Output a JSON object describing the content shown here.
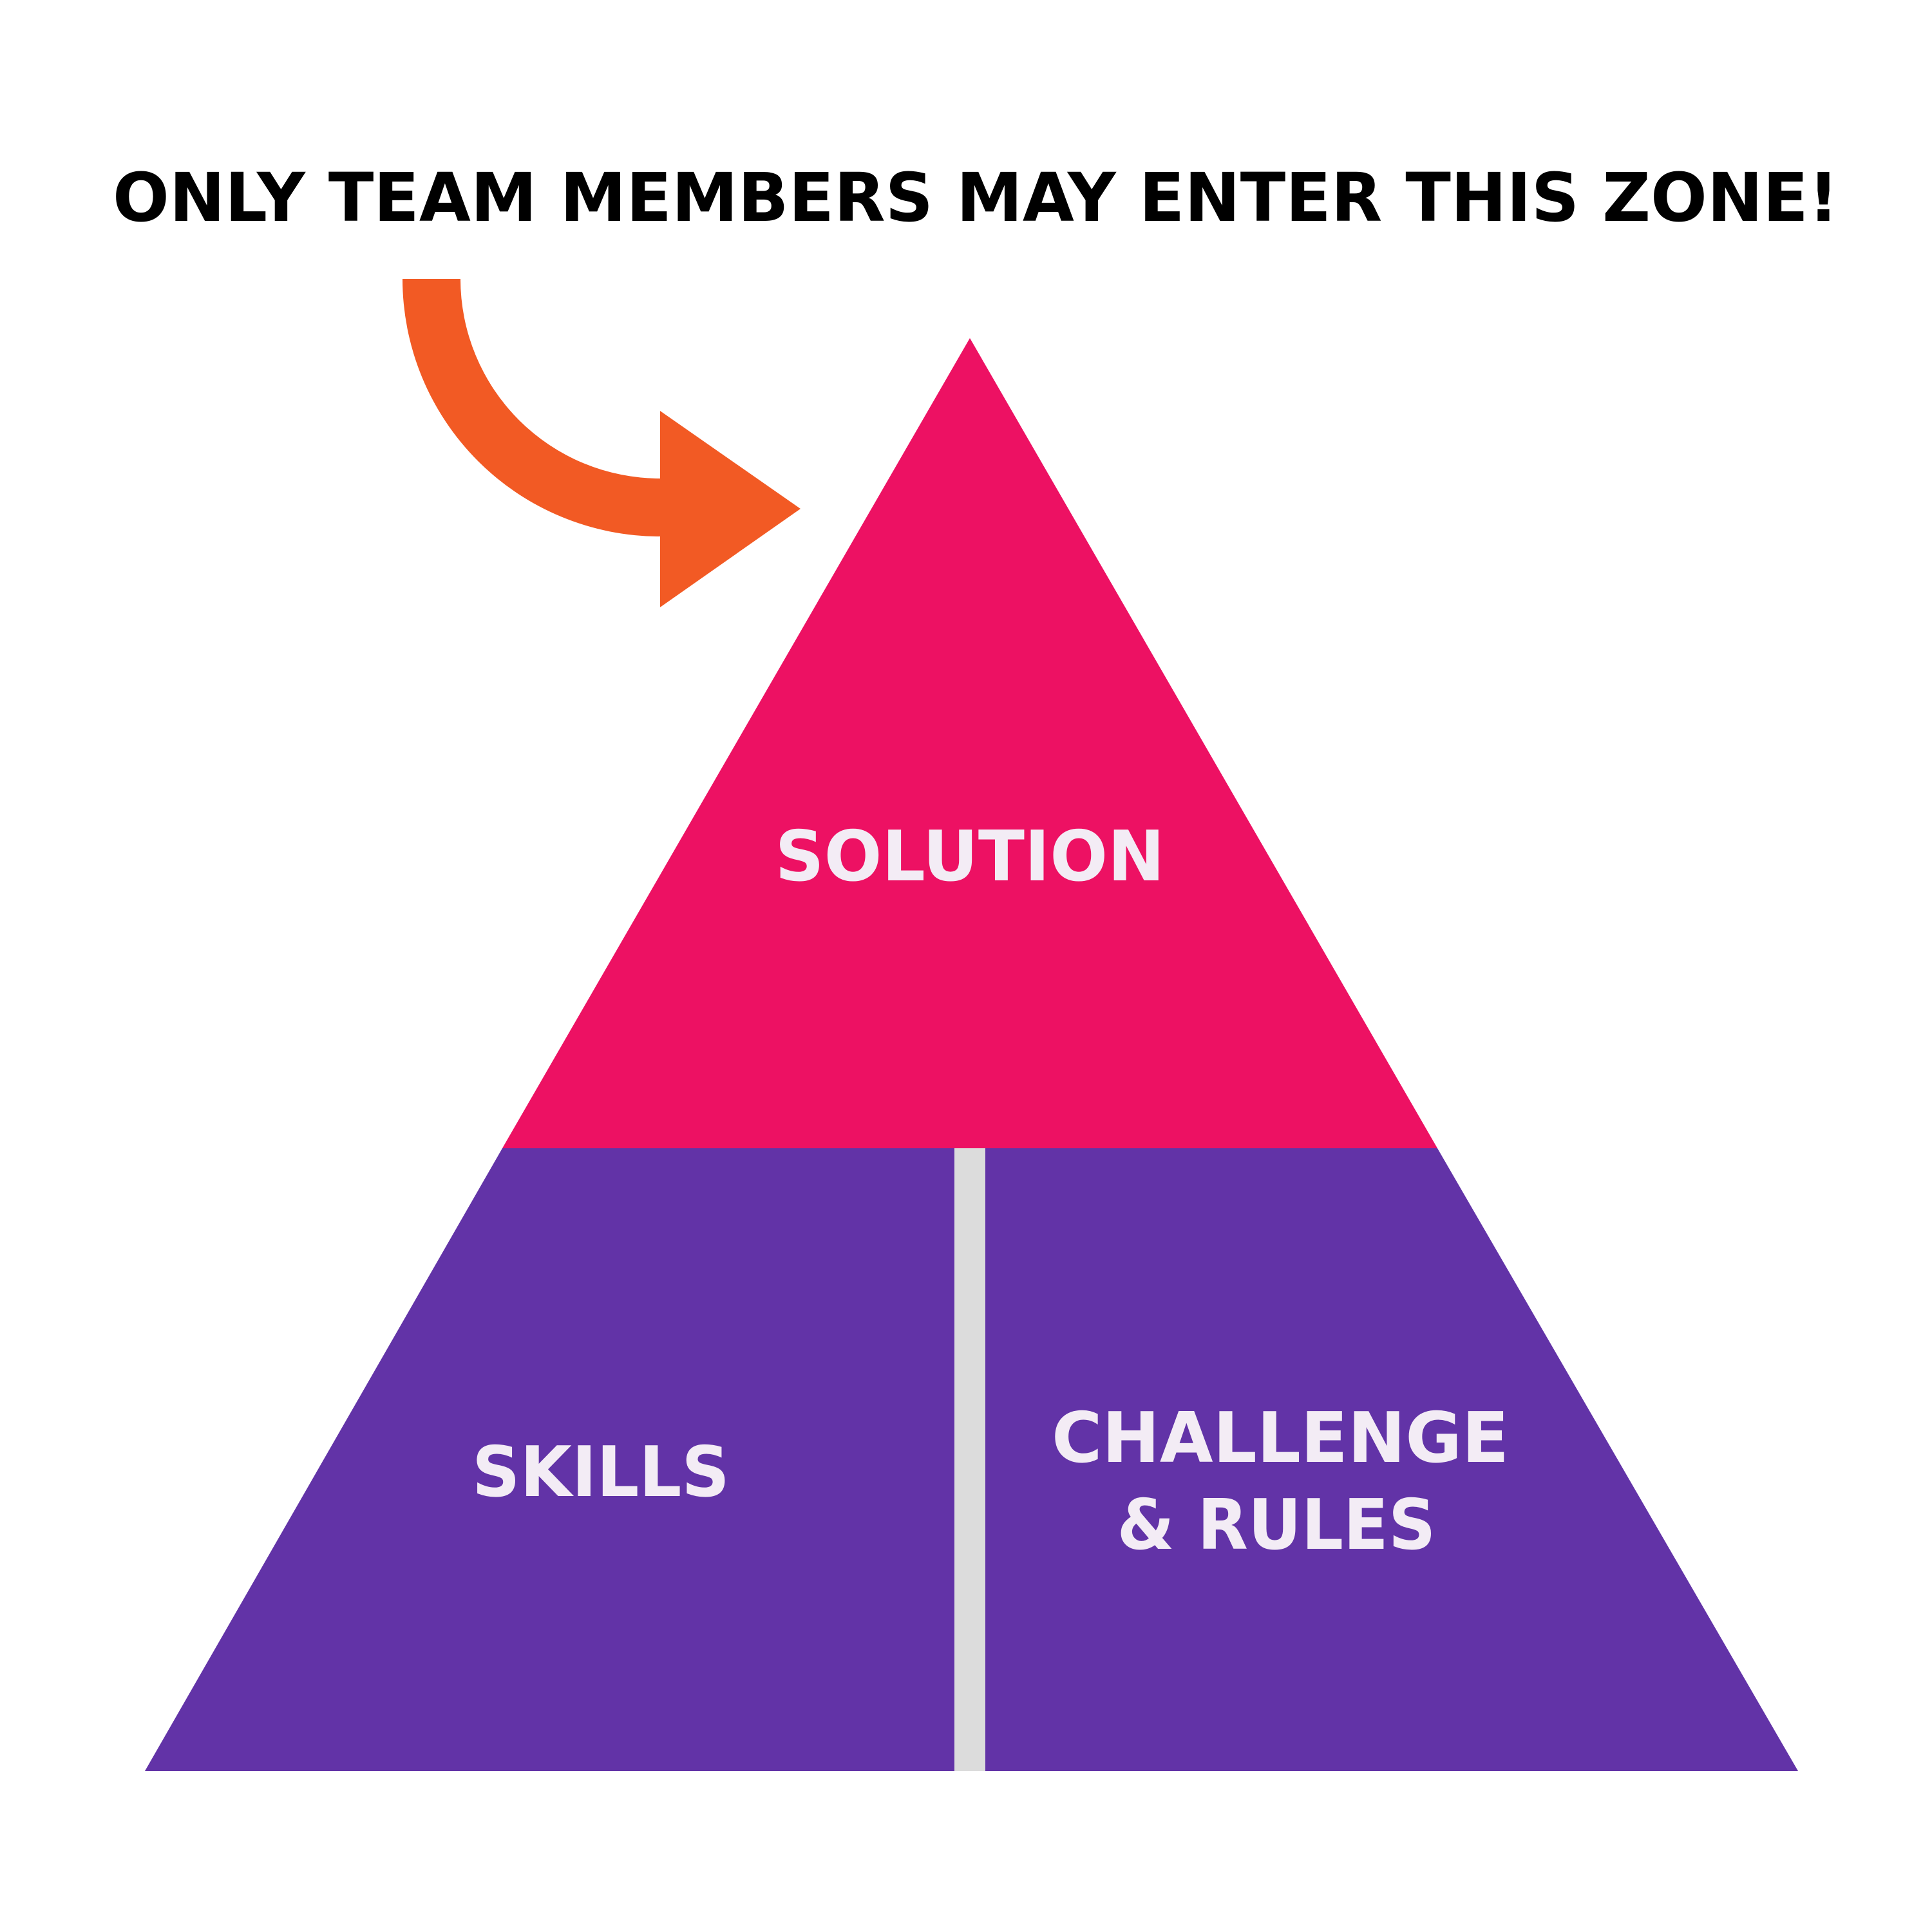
{
  "heading": "ONLY TEAM MEMBERS MAY ENTER THIS ZONE!",
  "pyramid": {
    "top_label": "SOLUTION",
    "bottom_left_label": "SKILLS",
    "bottom_right_label_line1": "CHALLENGE",
    "bottom_right_label_line2": "& RULES"
  },
  "colors": {
    "top_section": "#ED1163",
    "bottom_sections": "#6233A7",
    "divider": "#DCDCDC",
    "arrow": "#F25A24",
    "label_text": "#F3ECF5"
  },
  "icons": {
    "arrow": "curved-arrow-icon"
  }
}
